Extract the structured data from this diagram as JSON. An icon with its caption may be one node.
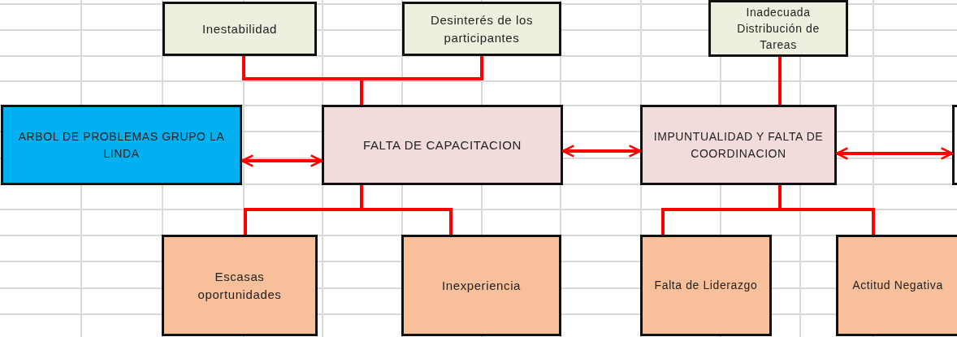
{
  "diagram": {
    "nodes": [
      {
        "text": [
          "Inestabilidad"
        ]
      },
      {
        "text": [
          "Desinterés de los participantes"
        ]
      },
      {
        "text": [
          "Inadecuada Distribución de Tareas"
        ]
      },
      {
        "text": [
          "ARBOL DE PROBLEMAS GRUPO LA LINDA"
        ]
      },
      {
        "text": [
          "FALTA DE CAPACITACION"
        ]
      },
      {
        "text": [
          "IMPUNTUALIDAD Y FALTA DE COORDINACION"
        ]
      },
      {
        "text": [],
        "shape": "box"
      },
      {
        "text": [
          "Escasas oportunidades"
        ]
      },
      {
        "text": [
          "Inexperiencia"
        ]
      },
      {
        "text": [
          "Falta de Liderazgo"
        ]
      },
      {
        "text": [
          "Actitud Negativa"
        ]
      }
    ],
    "edges": [
      {
        "from": 0,
        "to": 4,
        "arrow": "none"
      },
      {
        "from": 1,
        "to": 4,
        "arrow": "none"
      },
      {
        "from": 2,
        "to": 5,
        "arrow": "none"
      },
      {
        "from": 3,
        "to": 4,
        "arrow": "both"
      },
      {
        "from": 4,
        "to": 5,
        "arrow": "both"
      },
      {
        "from": 5,
        "to": 6,
        "arrow": "both"
      },
      {
        "from": 4,
        "to": 7,
        "arrow": "none"
      },
      {
        "from": 4,
        "to": 8,
        "arrow": "none"
      },
      {
        "from": 5,
        "to": 9,
        "arrow": "none"
      },
      {
        "from": 5,
        "to": 10,
        "arrow": "none"
      }
    ]
  }
}
